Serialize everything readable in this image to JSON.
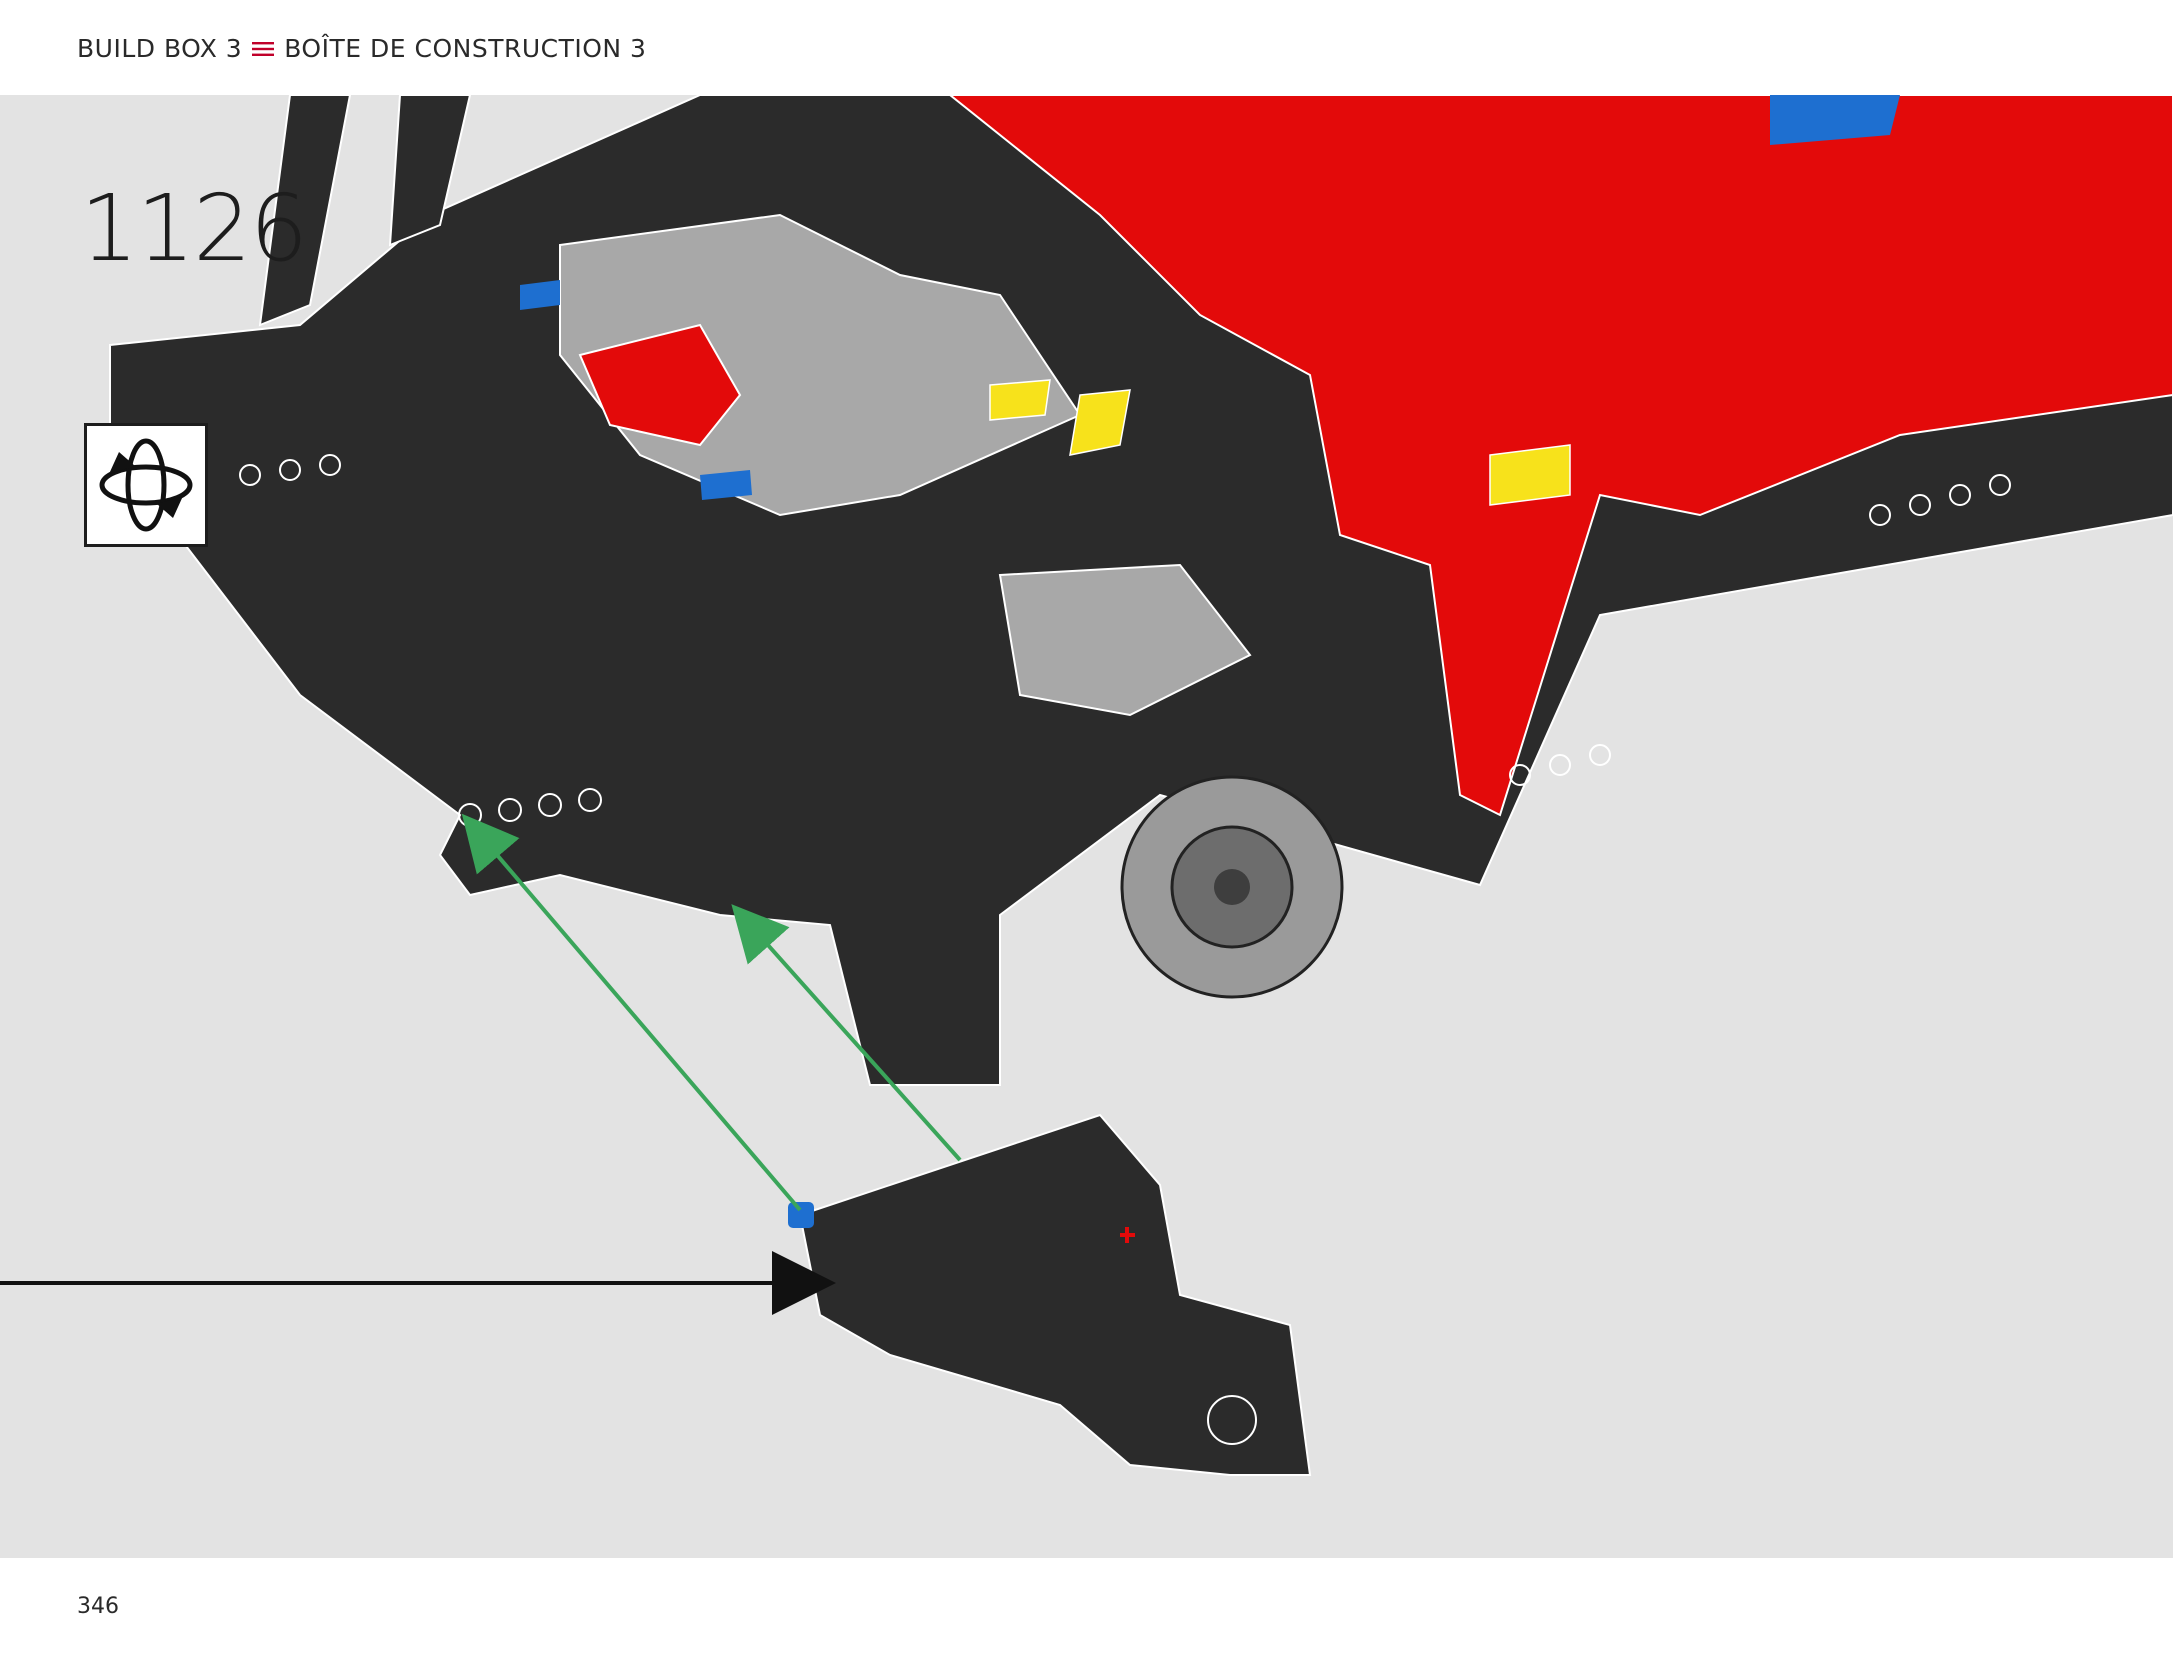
{
  "header": {
    "left_label": "BUILD BOX 3",
    "separator_icon": "triple-line-icon",
    "right_label": "BOÎTE DE CONSTRUCTION 3",
    "separator_color": "#c0002a"
  },
  "step": {
    "number": "1126",
    "rotate_icon": "rotate-model-icon"
  },
  "colors": {
    "background": "#e3e3e3",
    "brick_black": "#2b2b2b",
    "brick_red": "#e30a0a",
    "brick_grey": "#a8a8a8",
    "brick_yellow": "#f7e21b",
    "brick_blue": "#1e6fd0",
    "arrow_green": "#3aa55a"
  },
  "footer": {
    "page_number": "346"
  }
}
